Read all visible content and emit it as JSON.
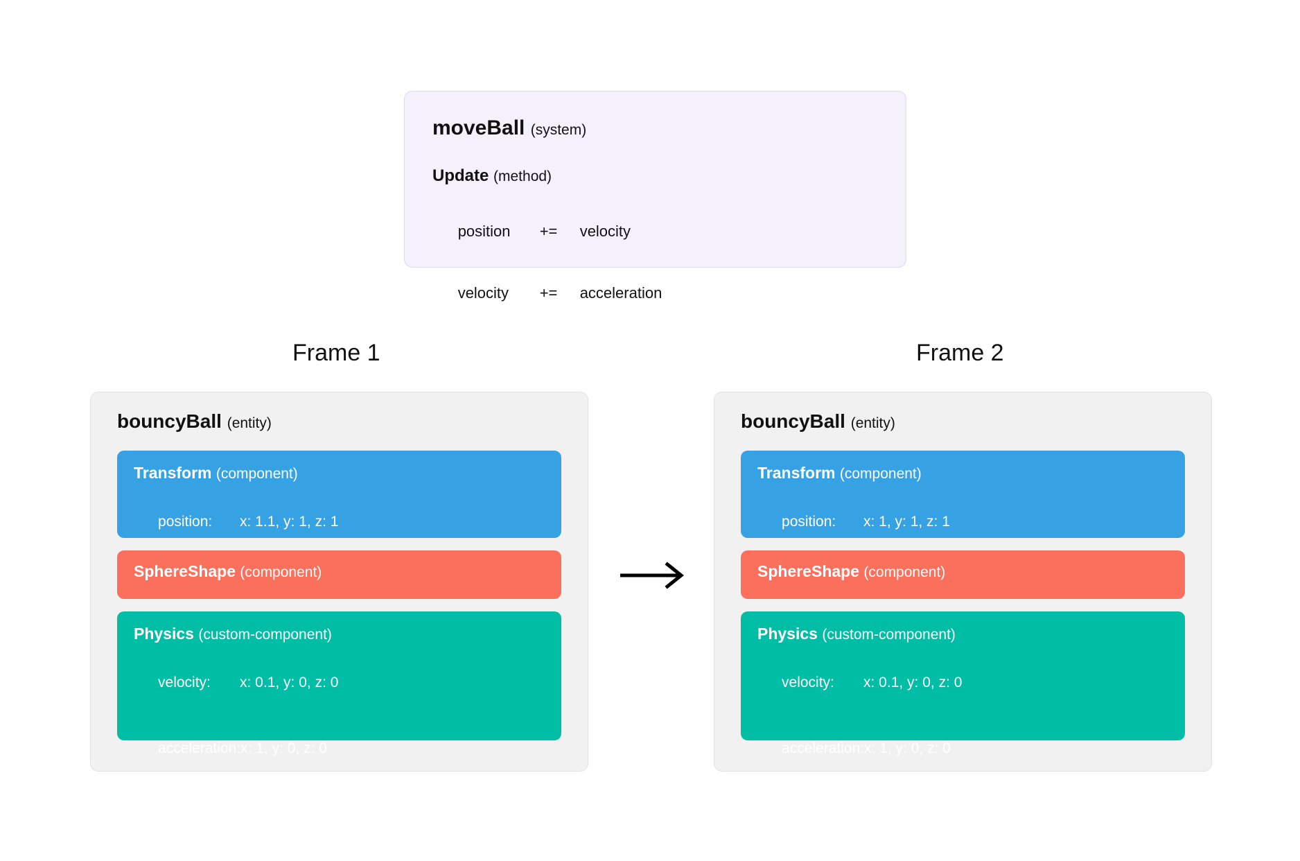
{
  "system_card": {
    "title_name": "moveBall",
    "title_kind": "(system)",
    "method_name": "Update",
    "method_kind": "(method)",
    "code_lines": [
      {
        "lhs": "position",
        "op": "+=",
        "rhs": "velocity"
      },
      {
        "lhs": "velocity",
        "op": "+=",
        "rhs": "acceleration"
      }
    ]
  },
  "frames": [
    {
      "label": "Frame 1",
      "entity_name": "bouncyBall",
      "entity_kind": "(entity)",
      "components": [
        {
          "name": "Transform",
          "kind": "(component)",
          "color": "#36a2e3",
          "rows": [
            {
              "key": "position:",
              "value": "x: 1.1, y: 1, z: 1"
            }
          ]
        },
        {
          "name": "SphereShape",
          "kind": "(component)",
          "color": "#fa705c",
          "rows": []
        },
        {
          "name": "Physics",
          "kind": "(custom-component)",
          "color": "#00bda5",
          "rows": [
            {
              "key": "velocity:",
              "value": "x: 0.1, y: 0, z: 0"
            },
            {
              "key": "acceleration:",
              "value": "x: 1, y: 0, z: 0"
            }
          ]
        }
      ]
    },
    {
      "label": "Frame 2",
      "entity_name": "bouncyBall",
      "entity_kind": "(entity)",
      "components": [
        {
          "name": "Transform",
          "kind": "(component)",
          "color": "#36a2e3",
          "rows": [
            {
              "key": "position:",
              "value": "x: 1, y: 1, z: 1"
            }
          ]
        },
        {
          "name": "SphereShape",
          "kind": "(component)",
          "color": "#fa705c",
          "rows": []
        },
        {
          "name": "Physics",
          "kind": "(custom-component)",
          "color": "#00bda5",
          "rows": [
            {
              "key": "velocity:",
              "value": "x: 0.1, y: 0, z: 0"
            },
            {
              "key": "acceleration:",
              "value": "x: 1, y: 0, z: 0"
            }
          ]
        }
      ]
    }
  ],
  "transition": {
    "icon": "right-arrow-icon"
  },
  "colors": {
    "system_card_bg": "#f4f1fd",
    "system_card_border": "#ddd6f5",
    "entity_card_bg": "#f1f1f1",
    "entity_card_border": "#e2e2e2",
    "transform_blue": "#36a2e3",
    "shape_salmon": "#fa705c",
    "physics_teal": "#00bda5",
    "text_dark": "#111111",
    "text_light": "#ffffff",
    "page_bg": "#ffffff"
  }
}
